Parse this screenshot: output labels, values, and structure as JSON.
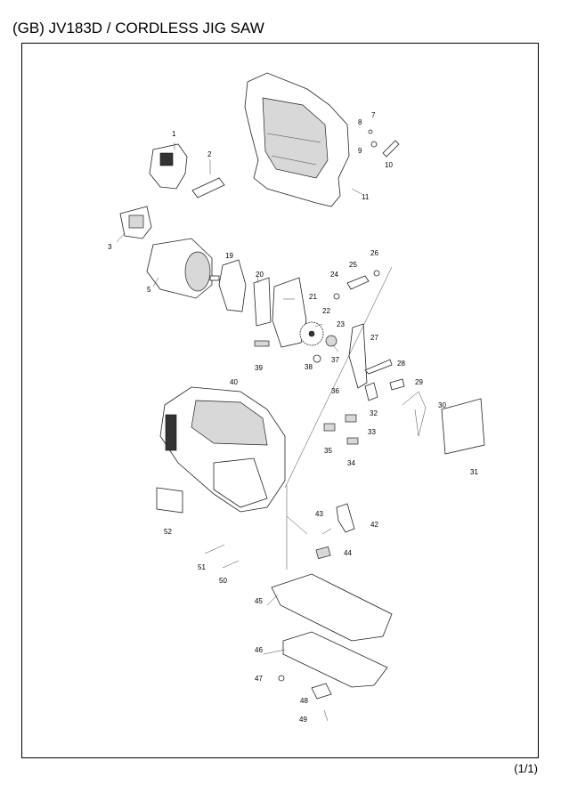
{
  "header": {
    "title": "(GB) JV183D / CORDLESS JIG SAW"
  },
  "footer": {
    "page": "(1/1)"
  },
  "parts": [
    {
      "label": "1"
    },
    {
      "label": "2"
    },
    {
      "label": "3"
    },
    {
      "label": "5"
    },
    {
      "label": "7"
    },
    {
      "label": "8"
    },
    {
      "label": "9"
    },
    {
      "label": "10"
    },
    {
      "label": "11"
    },
    {
      "label": "19"
    },
    {
      "label": "20"
    },
    {
      "label": "21"
    },
    {
      "label": "22"
    },
    {
      "label": "23"
    },
    {
      "label": "24"
    },
    {
      "label": "25"
    },
    {
      "label": "26"
    },
    {
      "label": "27"
    },
    {
      "label": "28"
    },
    {
      "label": "29"
    },
    {
      "label": "30"
    },
    {
      "label": "31"
    },
    {
      "label": "32"
    },
    {
      "label": "33"
    },
    {
      "label": "34"
    },
    {
      "label": "35"
    },
    {
      "label": "36"
    },
    {
      "label": "37"
    },
    {
      "label": "38"
    },
    {
      "label": "39"
    },
    {
      "label": "40"
    },
    {
      "label": "42"
    },
    {
      "label": "43"
    },
    {
      "label": "44"
    },
    {
      "label": "45"
    },
    {
      "label": "46"
    },
    {
      "label": "47"
    },
    {
      "label": "48"
    },
    {
      "label": "49"
    },
    {
      "label": "50"
    },
    {
      "label": "51"
    },
    {
      "label": "52"
    }
  ]
}
